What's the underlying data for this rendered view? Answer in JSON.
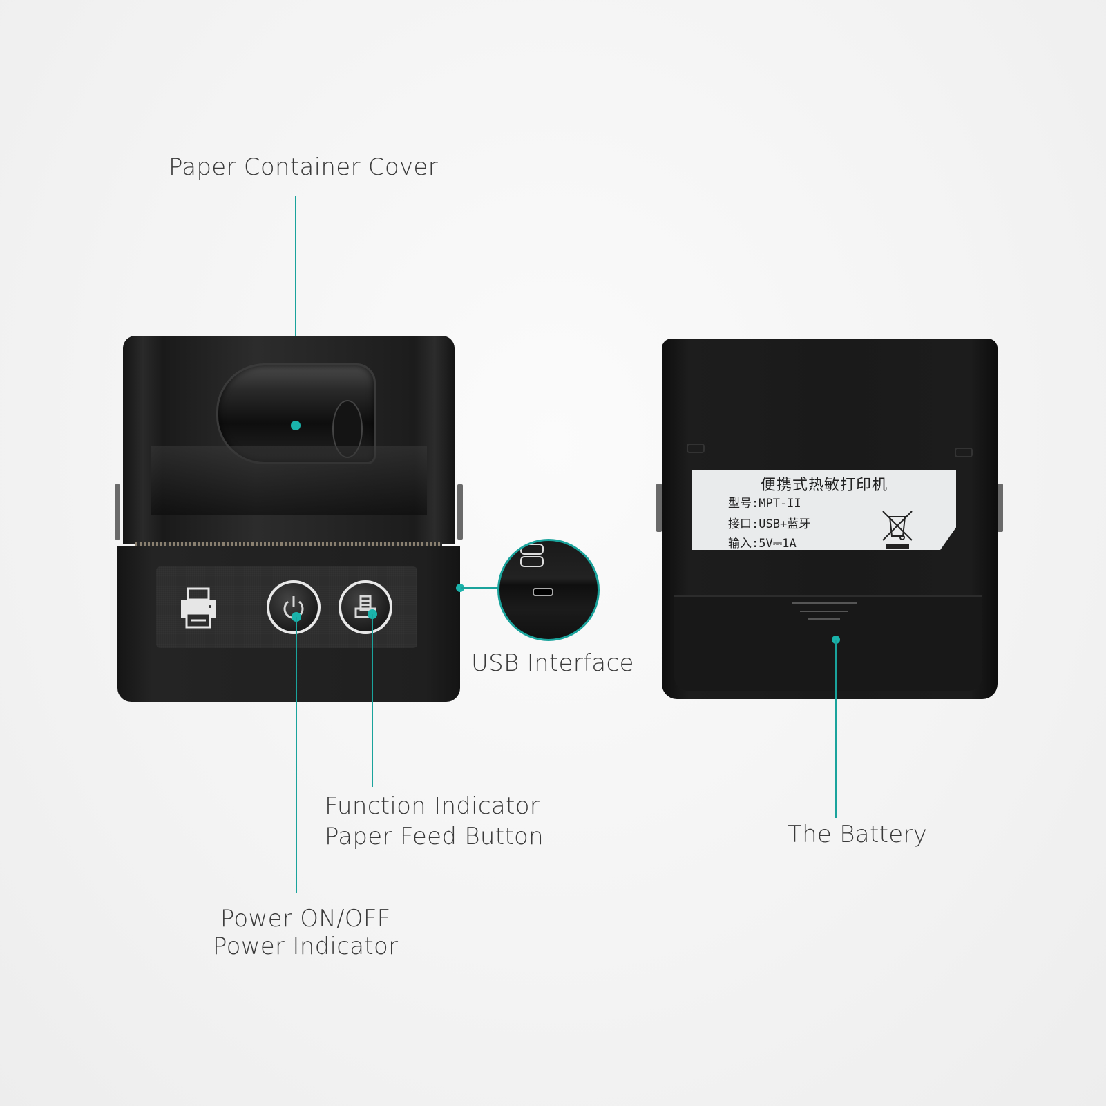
{
  "callouts": {
    "paper_cover": "Paper Container Cover",
    "usb": "USB Interface",
    "function_line1": "Function Indicator",
    "function_line2": "Paper Feed Button",
    "power_line1": "Power ON/OFF",
    "power_line2": "Power Indicator",
    "battery": "The Battery"
  },
  "rear_label": {
    "title": "便携式热敏打印机",
    "model": "型号:MPT-II",
    "interface": "接口:USB+蓝牙",
    "input": "输入:5V⎓1A"
  },
  "icons": [
    "printer-icon",
    "power-icon",
    "paper-feed-icon",
    "usb-c-port-icon",
    "weee-bin-icon"
  ],
  "colors": {
    "accent": "#1aa39c",
    "text": "#3a3a3a",
    "body": "#1c1c1c",
    "label_bg": "#e9ebec"
  }
}
